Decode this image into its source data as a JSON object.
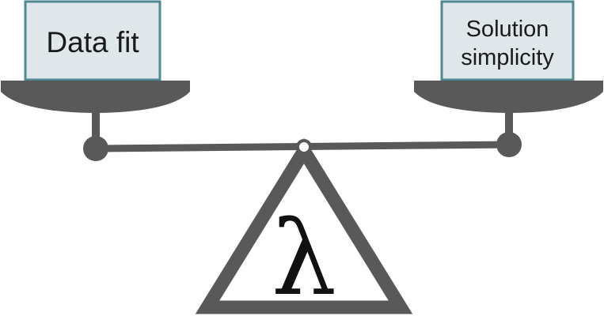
{
  "left_pan": {
    "label": "Data fit"
  },
  "right_pan": {
    "label_line1": "Solution",
    "label_line2": "simplicity"
  },
  "fulcrum": {
    "symbol": "λ"
  },
  "colors": {
    "scale_gray": "#595959",
    "box_fill": "#dfe7ea",
    "box_border": "#4f8a93",
    "pivot_fill": "#ffffff",
    "text": "#1a1a1a"
  }
}
